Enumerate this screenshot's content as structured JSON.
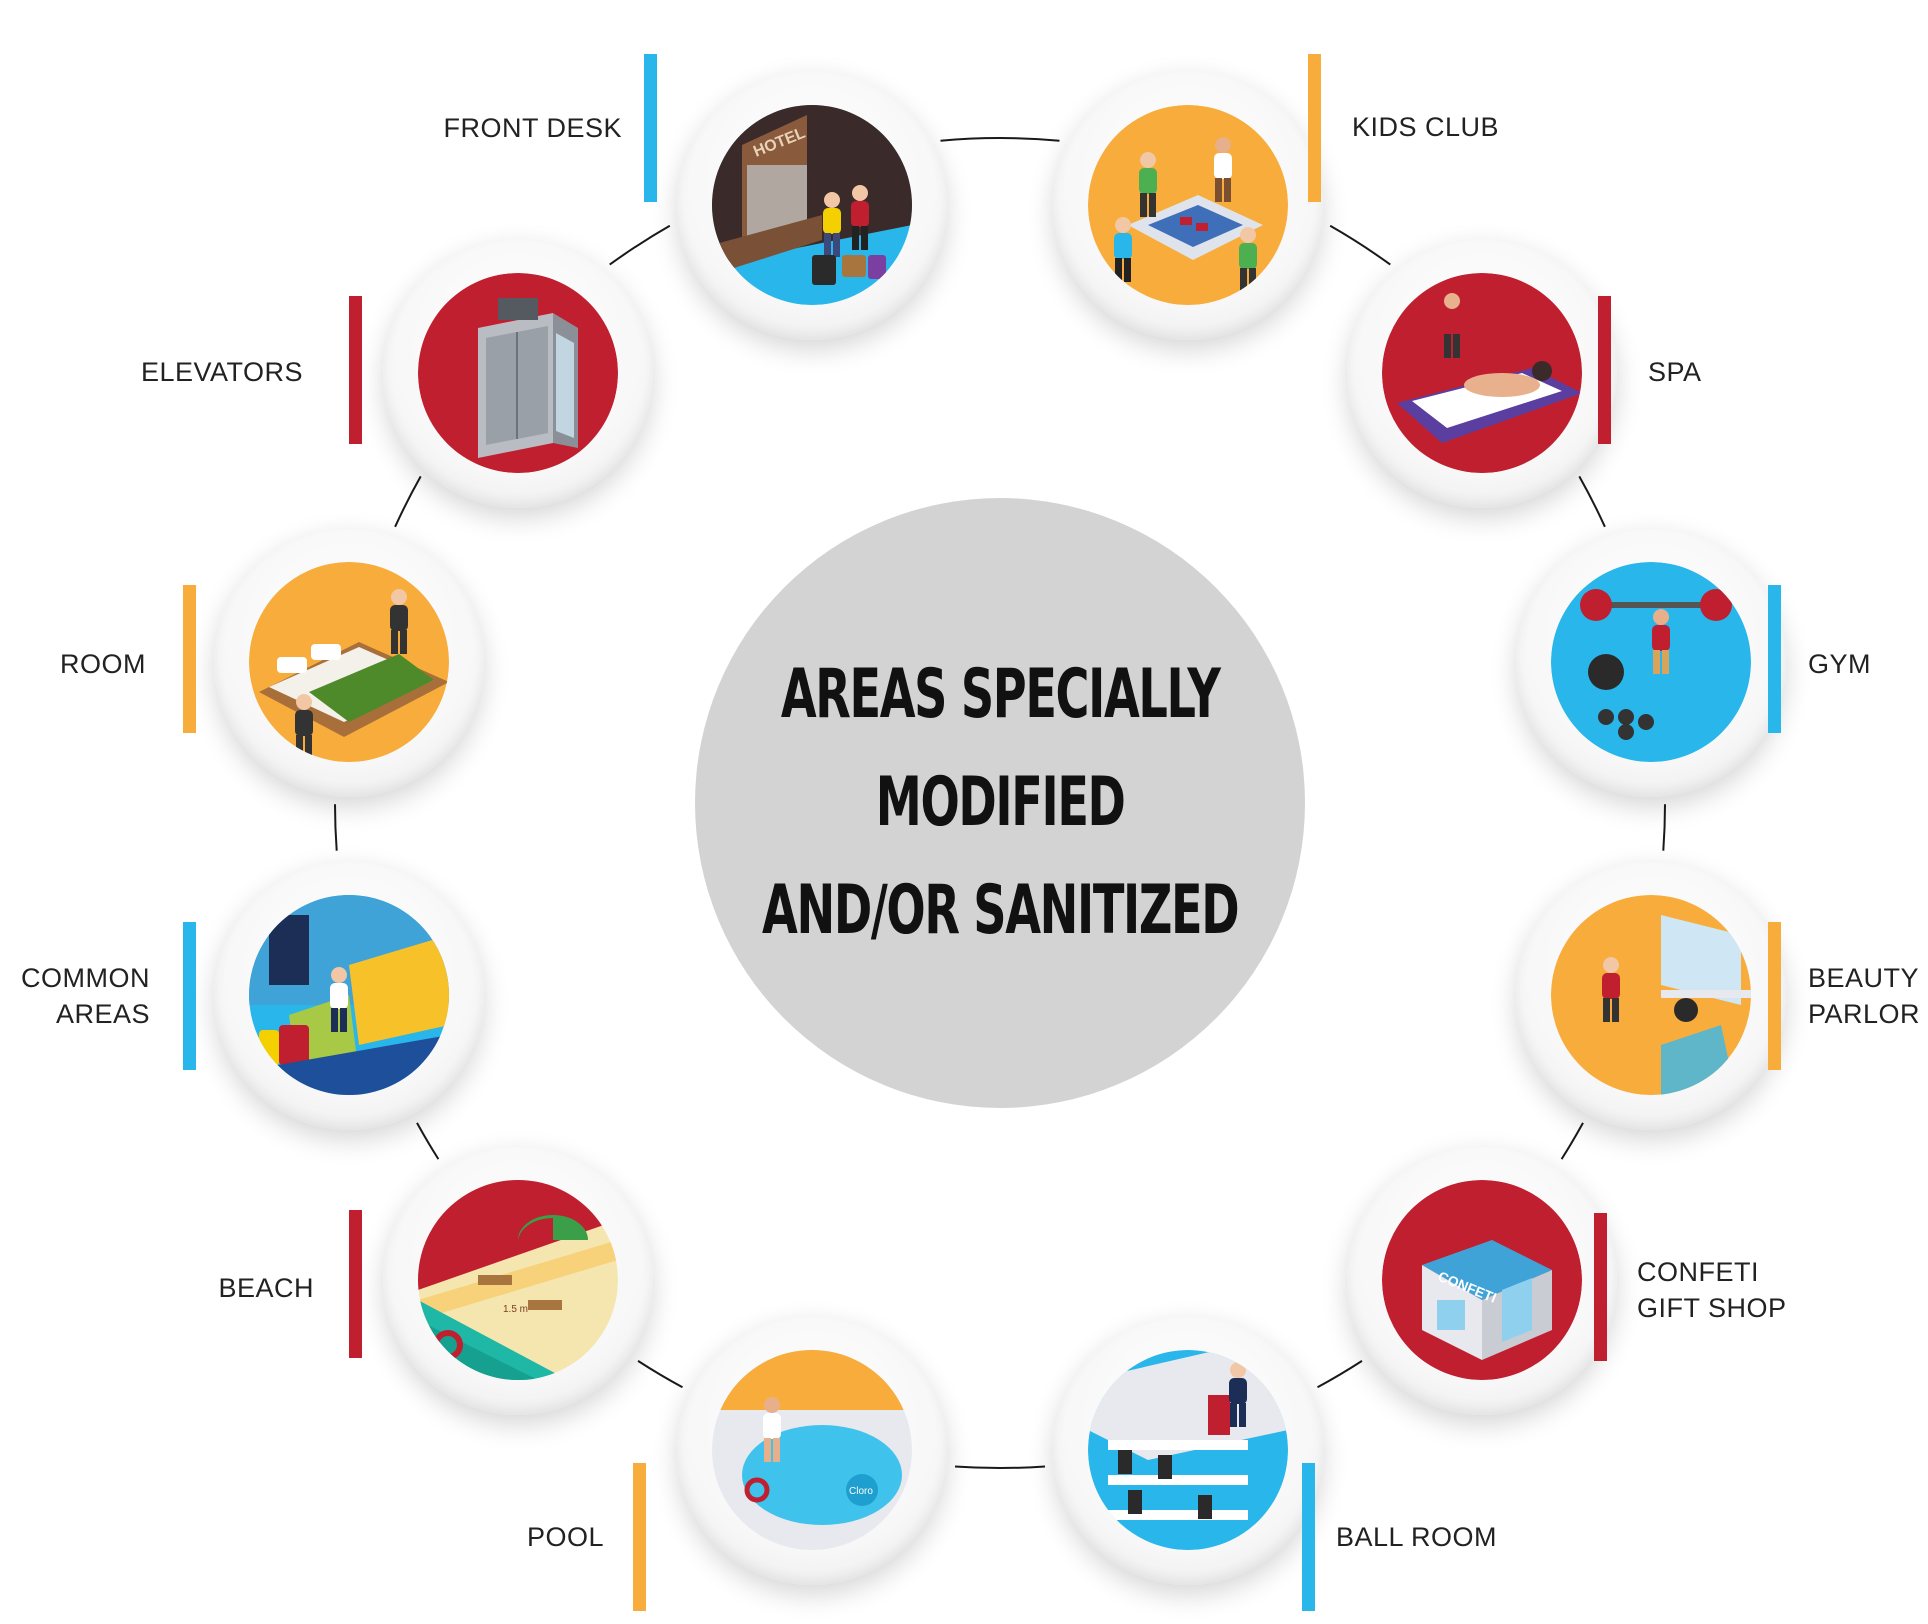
{
  "diagram": {
    "title_lines": [
      "AREAS SPECIALLY",
      "MODIFIED",
      "AND/OR SANITIZED"
    ],
    "colors": {
      "red": "#c01f2f",
      "blue": "#29b6ea",
      "orange": "#f7ac3b",
      "center": "#d3d3d4",
      "ring": "#1a1a1a"
    },
    "areas": [
      {
        "id": "front-desk",
        "label": [
          "FRONT DESK"
        ],
        "accent": "#29b6ea",
        "icon": "front-desk-illustration",
        "side": "left"
      },
      {
        "id": "kids-club",
        "label": [
          "KIDS CLUB"
        ],
        "accent": "#f7ac3b",
        "icon": "kids-club-illustration",
        "side": "right"
      },
      {
        "id": "elevators",
        "label": [
          "ELEVATORS"
        ],
        "accent": "#c01f2f",
        "icon": "elevator-illustration",
        "side": "left"
      },
      {
        "id": "spa",
        "label": [
          "SPA"
        ],
        "accent": "#c01f2f",
        "icon": "spa-illustration",
        "side": "right"
      },
      {
        "id": "room",
        "label": [
          "ROOM"
        ],
        "accent": "#f7ac3b",
        "icon": "room-illustration",
        "side": "left"
      },
      {
        "id": "gym",
        "label": [
          "GYM"
        ],
        "accent": "#29b6ea",
        "icon": "gym-illustration",
        "side": "right"
      },
      {
        "id": "common-areas",
        "label": [
          "COMMON",
          "AREAS"
        ],
        "accent": "#29b6ea",
        "icon": "common-areas-illustration",
        "side": "left"
      },
      {
        "id": "beauty-parlor",
        "label": [
          "BEAUTY",
          "PARLOR"
        ],
        "accent": "#f7ac3b",
        "icon": "beauty-parlor-illustration",
        "side": "right"
      },
      {
        "id": "beach",
        "label": [
          "BEACH"
        ],
        "accent": "#c01f2f",
        "icon": "beach-illustration",
        "side": "left"
      },
      {
        "id": "gift-shop",
        "label": [
          "CONFETI",
          "GIFT SHOP"
        ],
        "accent": "#c01f2f",
        "icon": "gift-shop-illustration",
        "side": "right"
      },
      {
        "id": "pool",
        "label": [
          "POOL"
        ],
        "accent": "#f7ac3b",
        "icon": "pool-illustration",
        "side": "left"
      },
      {
        "id": "ball-room",
        "label": [
          "BALL ROOM"
        ],
        "accent": "#29b6ea",
        "icon": "ball-room-illustration",
        "side": "right"
      }
    ],
    "illustration_text": {
      "hotel_sign": "HOTEL",
      "shop_sign": "CONFETI",
      "pool_badge": "Cloro",
      "beach_distance": "1.5 m"
    }
  }
}
